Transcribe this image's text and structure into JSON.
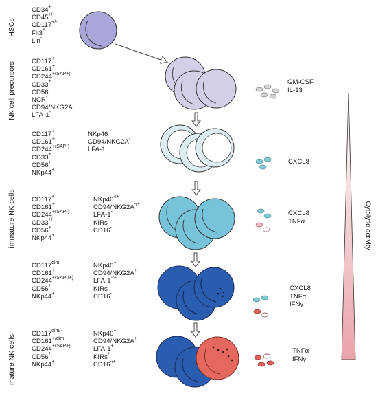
{
  "stages": [
    {
      "label": "HSCs",
      "markers_a": [
        [
          "CD34",
          "+"
        ],
        [
          "CD45",
          "+/-"
        ],
        [
          "CD117",
          "+/-"
        ],
        [
          "Flt3",
          "+"
        ],
        [
          "Lin",
          "-"
        ]
      ],
      "markers_b": [],
      "cytokines": [],
      "cell_color": "#a9a6d9"
    },
    {
      "label": "NK cell precursors",
      "markers_a": [
        [
          "CD117",
          "++"
        ],
        [
          "CD161",
          "+"
        ],
        [
          "CD244",
          "+(SAP+)"
        ],
        [
          "CD33",
          "+"
        ],
        [
          "CD56",
          "-"
        ],
        [
          "NCR",
          "-"
        ],
        [
          "CD94/NKG2A",
          "-"
        ],
        [
          "LFA-1",
          "-"
        ]
      ],
      "markers_b": [],
      "cytokines": [
        "GM-CSF",
        "IL-13"
      ],
      "cell_color": "#d2cfe6"
    },
    {
      "label": "immature NK cells",
      "markers_a": [
        [
          "CD117",
          "+"
        ],
        [
          "CD161",
          "+"
        ],
        [
          "CD244",
          "+(SAP-)"
        ],
        [
          "CD33",
          "+"
        ],
        [
          "CD56",
          "+"
        ],
        [
          "NKp44",
          "+"
        ]
      ],
      "markers_b": [
        [
          "NKp46",
          "-"
        ],
        [
          "CD94/NKG2A",
          "-"
        ],
        [
          "LFA-1",
          "-"
        ]
      ],
      "cytokines": [
        "CXCL8"
      ],
      "cell_color": "#dcedf2"
    },
    {
      "markers_a": [
        [
          "CD117",
          "+"
        ],
        [
          "CD161",
          "+"
        ],
        [
          "CD244",
          "+(SAP-)"
        ],
        [
          "CD33",
          "+/-"
        ],
        [
          "CD56",
          "+"
        ],
        [
          "NKp44",
          "+"
        ]
      ],
      "markers_b": [
        [
          "NKp46",
          "-/+"
        ],
        [
          "CD94/NKG2A",
          "-/+"
        ],
        [
          "LFA-1",
          "-"
        ],
        [
          "KIRs",
          "-"
        ],
        [
          "CD16",
          "-"
        ]
      ],
      "cytokines": [
        "CXCL8",
        "TNFα"
      ],
      "cell_color": "#77c3da"
    },
    {
      "markers_a": [
        [
          "CD117",
          "dim"
        ],
        [
          "CD161",
          "+"
        ],
        [
          "CD244",
          "+(SAP-/+)"
        ],
        [
          "CD56",
          "+"
        ],
        [
          "NKp44",
          "+"
        ]
      ],
      "markers_b": [
        [
          "NKp46",
          "+"
        ],
        [
          "CD94/NKG2A",
          "+"
        ],
        [
          "LFA-1",
          "-/+"
        ],
        [
          "KIRs",
          "-"
        ],
        [
          "CD16",
          "-"
        ]
      ],
      "cytokines": [
        "CXCL8",
        "TNFα",
        "IFNγ"
      ],
      "cell_color": "#2a5cb0"
    },
    {
      "label": "mature NK cells",
      "markers_a": [
        [
          "CD117",
          "dim/-"
        ],
        [
          "CD161",
          "+/dim"
        ],
        [
          "CD244",
          "+(SAP+)"
        ],
        [
          "CD56",
          "+"
        ],
        [
          "NKp44",
          "+"
        ]
      ],
      "markers_b": [
        [
          "NKp46",
          "+"
        ],
        [
          "CD94/NKG2A",
          "+"
        ],
        [
          "LFA-1",
          "+"
        ],
        [
          "KIRs",
          "+"
        ],
        [
          "CD16",
          "-/+"
        ]
      ],
      "cytokines": [
        "TNFα",
        "IFNγ"
      ],
      "cell_color": "#2a5cb0"
    }
  ],
  "gradient": {
    "label": "Cytolytic activity",
    "color_top": "#ffffff",
    "color_bottom": "#e9a3a8"
  },
  "colors": {
    "hsc": "#a9a6d9",
    "precursor": "#d2cfe6",
    "immature_light": "#dcedf2",
    "immature_mid": "#77c3da",
    "dark_blue": "#2a5cb0",
    "mature_red": "#e5685f",
    "granule_grey": "#d4d4d4",
    "granule_teal": "#7fcbd6",
    "granule_pink": "#f0b8c3",
    "granule_red": "#e0605c"
  }
}
